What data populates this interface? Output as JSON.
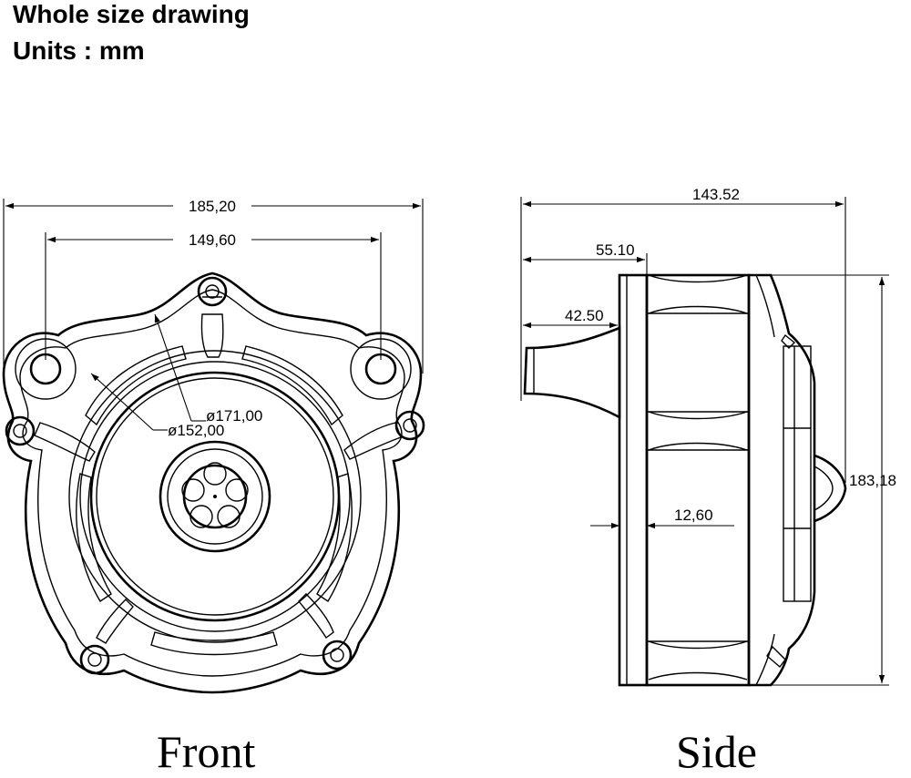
{
  "header": {
    "title": "Whole size drawing",
    "units": "Units : mm"
  },
  "front": {
    "caption": "Front",
    "dims": {
      "overall_width": "185,20",
      "mount_width": "149,60",
      "outer_diameter": "ø171,00",
      "inner_diameter": "ø152,00"
    }
  },
  "side": {
    "caption": "Side",
    "dims": {
      "overall_depth": "143.52",
      "depth_a": "55.10",
      "depth_b": "42.50",
      "thickness": "12,60",
      "height": "183,18"
    }
  }
}
